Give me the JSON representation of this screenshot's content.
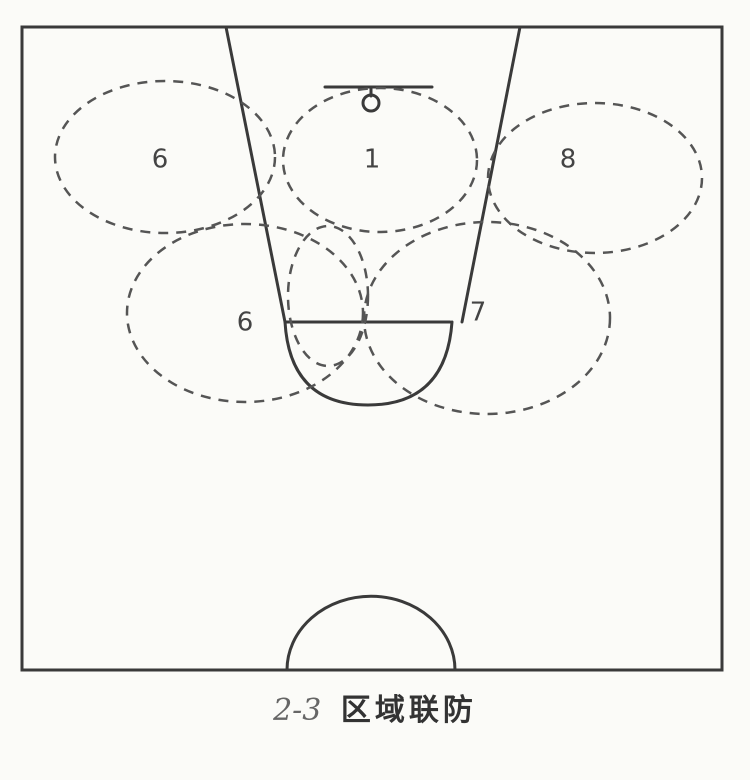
{
  "diagram": {
    "zones": [
      {
        "id": "upper-left",
        "label": "6"
      },
      {
        "id": "upper-center",
        "label": "1"
      },
      {
        "id": "upper-right",
        "label": "8"
      },
      {
        "id": "lower-left",
        "label": "6"
      },
      {
        "id": "lower-right",
        "label": "7"
      }
    ]
  },
  "caption": {
    "number": "2-3",
    "text": "区域联防"
  }
}
